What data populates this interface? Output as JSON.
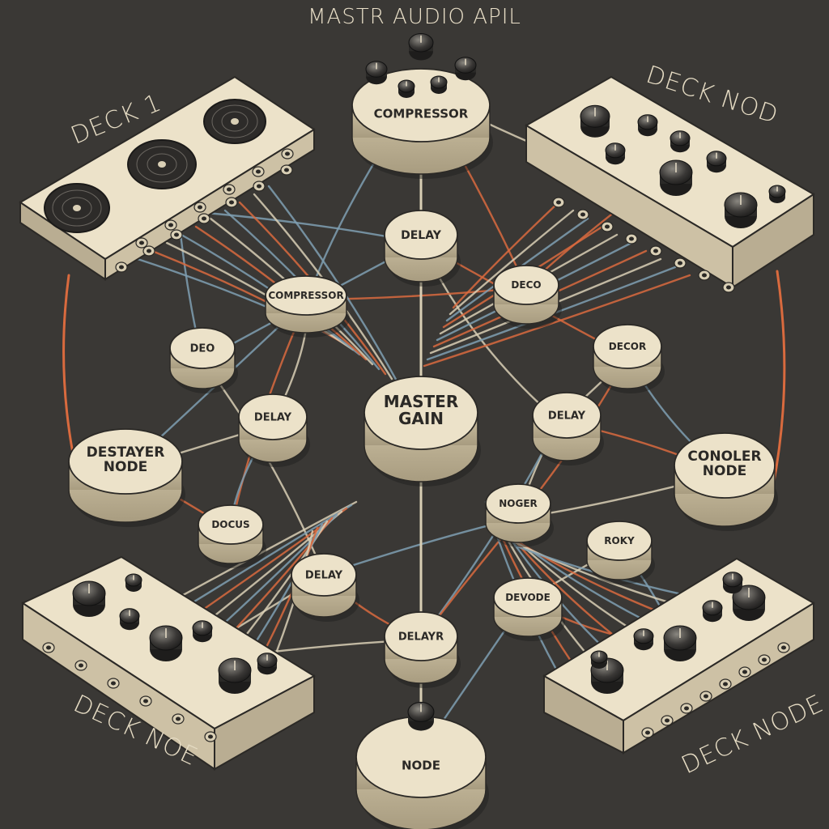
{
  "diagram": {
    "title": "MASTR AUDIO APIL",
    "deck_labels": {
      "top_left": "DECK 1",
      "top_right": "DECK NOD",
      "bottom_left": "DECK NOE",
      "bottom_right": "DECK NODE"
    },
    "nodes": {
      "compressor_top": "COMPRESSOR",
      "delay_upper": "DELAY",
      "compressor_left": "COMPRESSOR",
      "dec_left": "DEO",
      "deco_right_upper": "DECO",
      "decor_right": "DECOR",
      "master_gain_line1": "MASTER",
      "master_gain_line2": "GAIN",
      "delay_left": "DELAY",
      "delay_right": "DELAY",
      "destayer_line1": "DESTAYER",
      "destayer_line2": "NODE",
      "conoler_line1": "CONOLER",
      "conoler_line2": "NODE",
      "docus_left": "DOCUS",
      "noger_center": "NOGER",
      "roky_right": "ROKY",
      "delay_lower_left": "DELAY",
      "devode_lower_right": "DEVODE",
      "delayr_bottom": "DELAYR",
      "node_bottom": "NODE"
    },
    "colors": {
      "background": "#3a3835",
      "cream": "#ece2c9",
      "cable_blue": "#7f9fb2",
      "cable_orange": "#d96a3e",
      "cable_cream": "#d9cfb5"
    }
  }
}
